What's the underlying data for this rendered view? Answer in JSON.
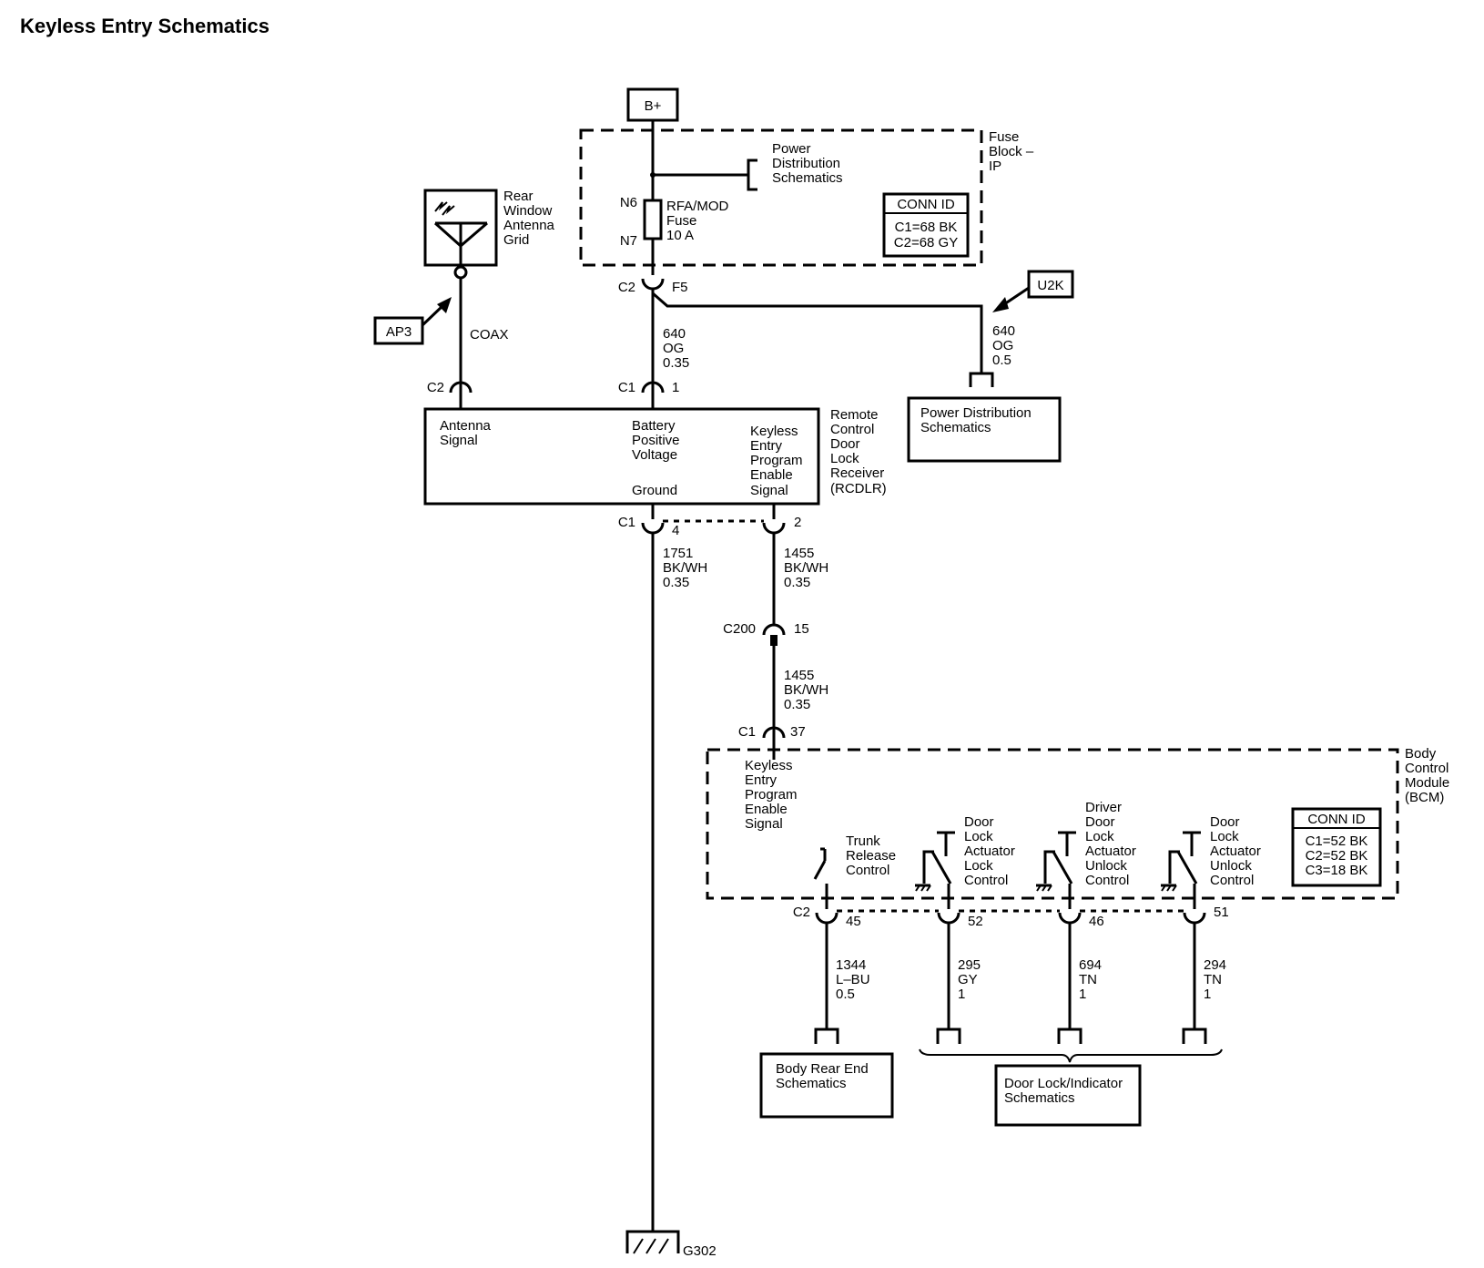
{
  "title": "Keyless Entry Schematics",
  "power_source": "B+",
  "fuse_block": {
    "label": [
      "Fuse",
      "Block –",
      "IP"
    ],
    "power_distribution_ref": [
      "Power",
      "Distribution",
      "Schematics"
    ],
    "fuse_pin_top": "N6",
    "fuse_pin_bottom": "N7",
    "fuse_label": [
      "RFA/MOD",
      "Fuse",
      "10 A"
    ],
    "conn_id": {
      "header": "CONN ID",
      "lines": [
        "C1=68 BK",
        "C2=68 GY"
      ]
    },
    "output_connector": "C2",
    "output_pin": "F5"
  },
  "antenna": {
    "label": [
      "Rear",
      "Window",
      "Antenna",
      "Grid"
    ],
    "ref_tag": "AP3",
    "wire": "COAX"
  },
  "u2k_branch": {
    "ref_tag": "U2K",
    "wire": [
      "640",
      "OG",
      "0.5"
    ],
    "target": [
      "Power Distribution",
      "Schematics"
    ]
  },
  "wire_640": [
    "640",
    "OG",
    "0.35"
  ],
  "rcdlr": {
    "label": [
      "Remote",
      "Control",
      "Door",
      "Lock",
      "Receiver",
      "(RCDLR)"
    ],
    "antenna_conn": "C2",
    "battery_conn": "C1",
    "battery_pin": "1",
    "antenna_signal": [
      "Antenna",
      "Signal"
    ],
    "battery_voltage": [
      "Battery",
      "Positive",
      "Voltage"
    ],
    "ground": "Ground",
    "program_signal": [
      "Keyless",
      "Entry",
      "Program",
      "Enable",
      "Signal"
    ],
    "bottom_conn": "C1",
    "ground_pin": "4",
    "signal_pin": "2"
  },
  "ground_wire": [
    "1751",
    "BK/WH",
    "0.35"
  ],
  "signal_wire_upper": [
    "1455",
    "BK/WH",
    "0.35"
  ],
  "inline_connector": {
    "name": "C200",
    "pin": "15"
  },
  "signal_wire_lower": [
    "1455",
    "BK/WH",
    "0.35"
  ],
  "ground_point": "G302",
  "bcm": {
    "label": [
      "Body",
      "Control",
      "Module",
      "(BCM)"
    ],
    "input_conn": "C1",
    "input_pin": "37",
    "program_signal": [
      "Keyless",
      "Entry",
      "Program",
      "Enable",
      "Signal"
    ],
    "conn_id": {
      "header": "CONN ID",
      "lines": [
        "C1=52 BK",
        "C2=52 BK",
        "C3=18 BK"
      ]
    },
    "output_conn": "C2",
    "outputs": [
      {
        "label": [
          "Trunk",
          "Release",
          "Control"
        ],
        "pin": "45",
        "wire": [
          "1344",
          "L–BU",
          "0.5"
        ]
      },
      {
        "label": [
          "Door",
          "Lock",
          "Actuator",
          "Lock",
          "Control"
        ],
        "pin": "52",
        "wire": [
          "295",
          "GY",
          "1"
        ]
      },
      {
        "label": [
          "Driver",
          "Door",
          "Lock",
          "Actuator",
          "Unlock",
          "Control"
        ],
        "pin": "46",
        "wire": [
          "694",
          "TN",
          "1"
        ]
      },
      {
        "label": [
          "Door",
          "Lock",
          "Actuator",
          "Unlock",
          "Control"
        ],
        "pin": "51",
        "wire": [
          "294",
          "TN",
          "1"
        ]
      }
    ]
  },
  "body_rear_end": [
    "Body Rear End",
    "Schematics"
  ],
  "door_lock_indicator": [
    "Door Lock/Indicator",
    "Schematics"
  ]
}
